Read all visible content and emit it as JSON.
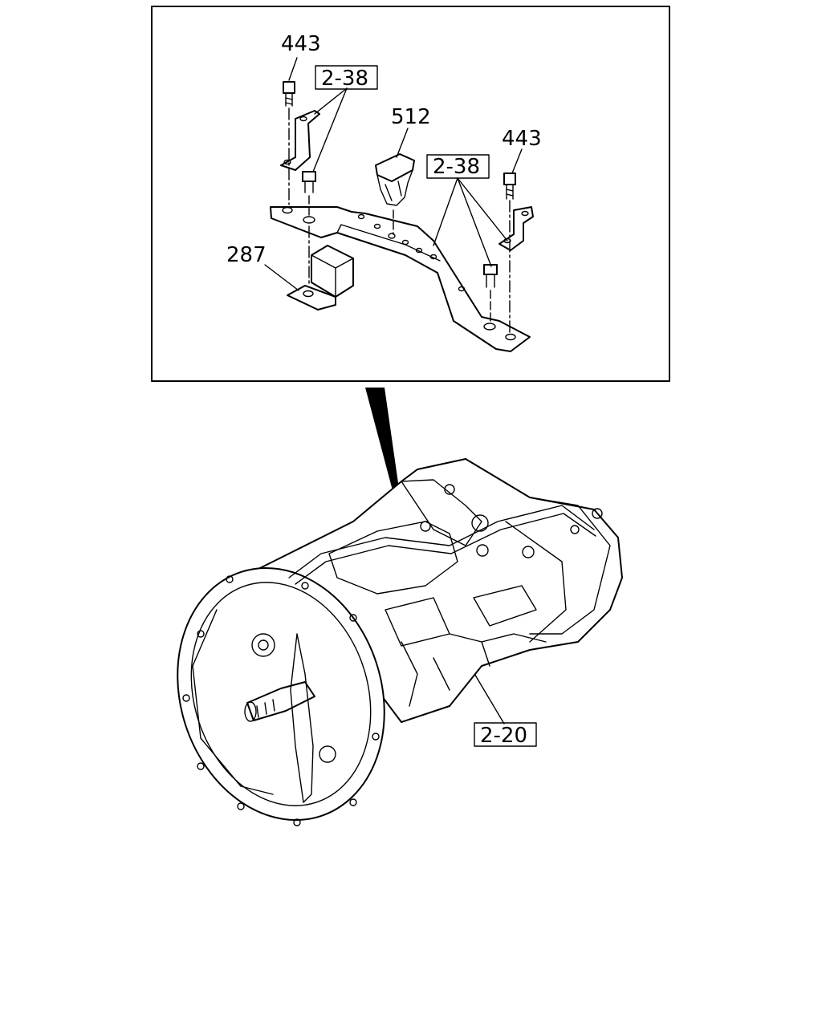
{
  "callouts": {
    "bolt_left": "443",
    "bracket_ref_left": "2-38",
    "clip": "512",
    "bracket_ref_right": "2-38",
    "bolt_right": "443",
    "rubber_block": "287",
    "transmission_ref": "2-20"
  }
}
